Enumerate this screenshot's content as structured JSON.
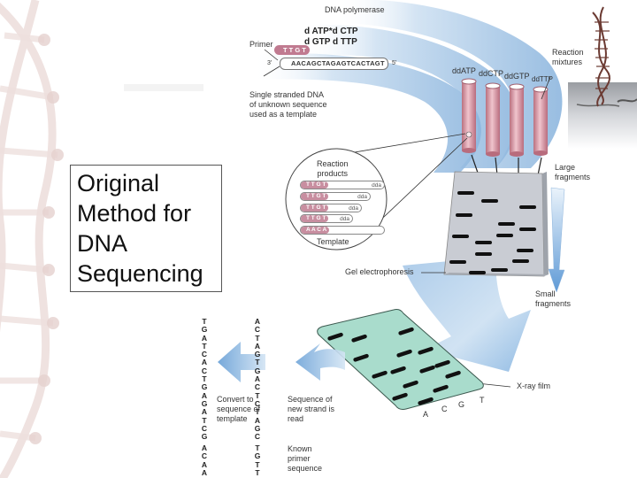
{
  "slide": {
    "title": "Original\nMethod for\nDNA\nSequencing"
  },
  "diagram": {
    "polymerase_label": "DNA polymerase",
    "dntps_line1": "d ATP*d CTP",
    "dntps_line2": "d GTP d TTP",
    "primer_label": "Primer",
    "primer_sequence": "T T G T",
    "template_3prime": "3'",
    "template_5prime": "5'",
    "template_sequence": "AACAGCTAGAGTCACTAGT",
    "template_caption": "Single stranded DNA\nof unknown sequence\nused as a template",
    "tubes": [
      {
        "label": "ddATP"
      },
      {
        "label": "ddCTP"
      },
      {
        "label": "ddGTP"
      },
      {
        "label": "ddTTP"
      }
    ],
    "reaction_mixtures_label": "Reaction\nmixtures",
    "reaction_products": {
      "heading": "Reaction\nproducts",
      "items": [
        {
          "primer": "T T G T",
          "terminator": "dda",
          "extension": 7
        },
        {
          "primer": "T T G T",
          "terminator": "dda",
          "extension": 5
        },
        {
          "primer": "T T G T",
          "terminator": "dda",
          "extension": 3
        },
        {
          "primer": "T T G T",
          "terminator": "dda",
          "extension": 1
        }
      ],
      "template_strand": "A A C A",
      "template_label": "Template"
    },
    "large_fragments_label": "Large\nfragments",
    "small_fragments_label": "Small\nfragments",
    "gel_label": "Gel electrophoresis",
    "xray_label": "X-ray film",
    "lane_labels": [
      "A",
      "C",
      "G",
      "T"
    ],
    "new_strand_sequence": "ACTAGTGACTCTAGC",
    "new_strand_caption": "Sequence of\nnew strand is\nread",
    "template_readout_sequence": "TGATCACTGAGATCG",
    "template_readout_caption": "Convert to\nsequence of\ntemplate",
    "primer_readout_new": "TGTT",
    "primer_readout_template": "ACAA",
    "known_primer_caption": "Known\nprimer\nsequence"
  },
  "colors": {
    "flow_blue": "#8fb8df",
    "tube_pink": "#d89aa8",
    "gel_gray": "#c9ccd2",
    "film_green": "#a8dccb",
    "band": "#111111"
  }
}
